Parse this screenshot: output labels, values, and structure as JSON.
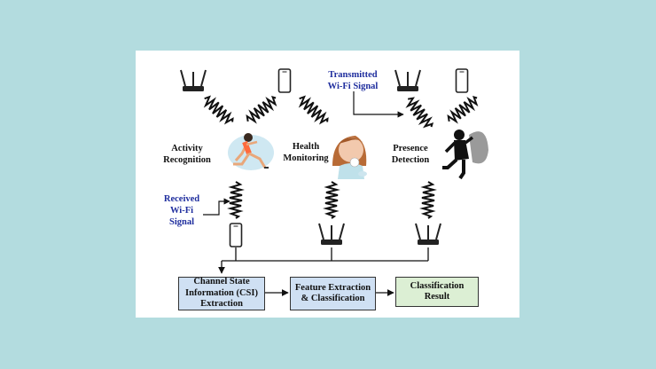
{
  "labels": {
    "activity": "Activity\nRecognition",
    "health": "Health\nMonitoring",
    "presence": "Presence\nDetection",
    "transmitted": "Transmitted\nWi-Fi Signal",
    "received": "Received\nWi-Fi\nSignal"
  },
  "boxes": {
    "csi": "Channel State\nInformation (CSI)\nExtraction",
    "feature": "Feature Extraction\n& Classification",
    "result": "Classification\nResult"
  },
  "colors": {
    "background": "#b3dcdf",
    "blue_box": "#cfe0f3",
    "green_box": "#dcefd4",
    "label_blue": "#1f2e9e"
  },
  "icons": [
    "router-icon",
    "smartphone-icon",
    "wifi-signal-icon",
    "runner-figure",
    "sick-person-figure",
    "thief-figure"
  ]
}
